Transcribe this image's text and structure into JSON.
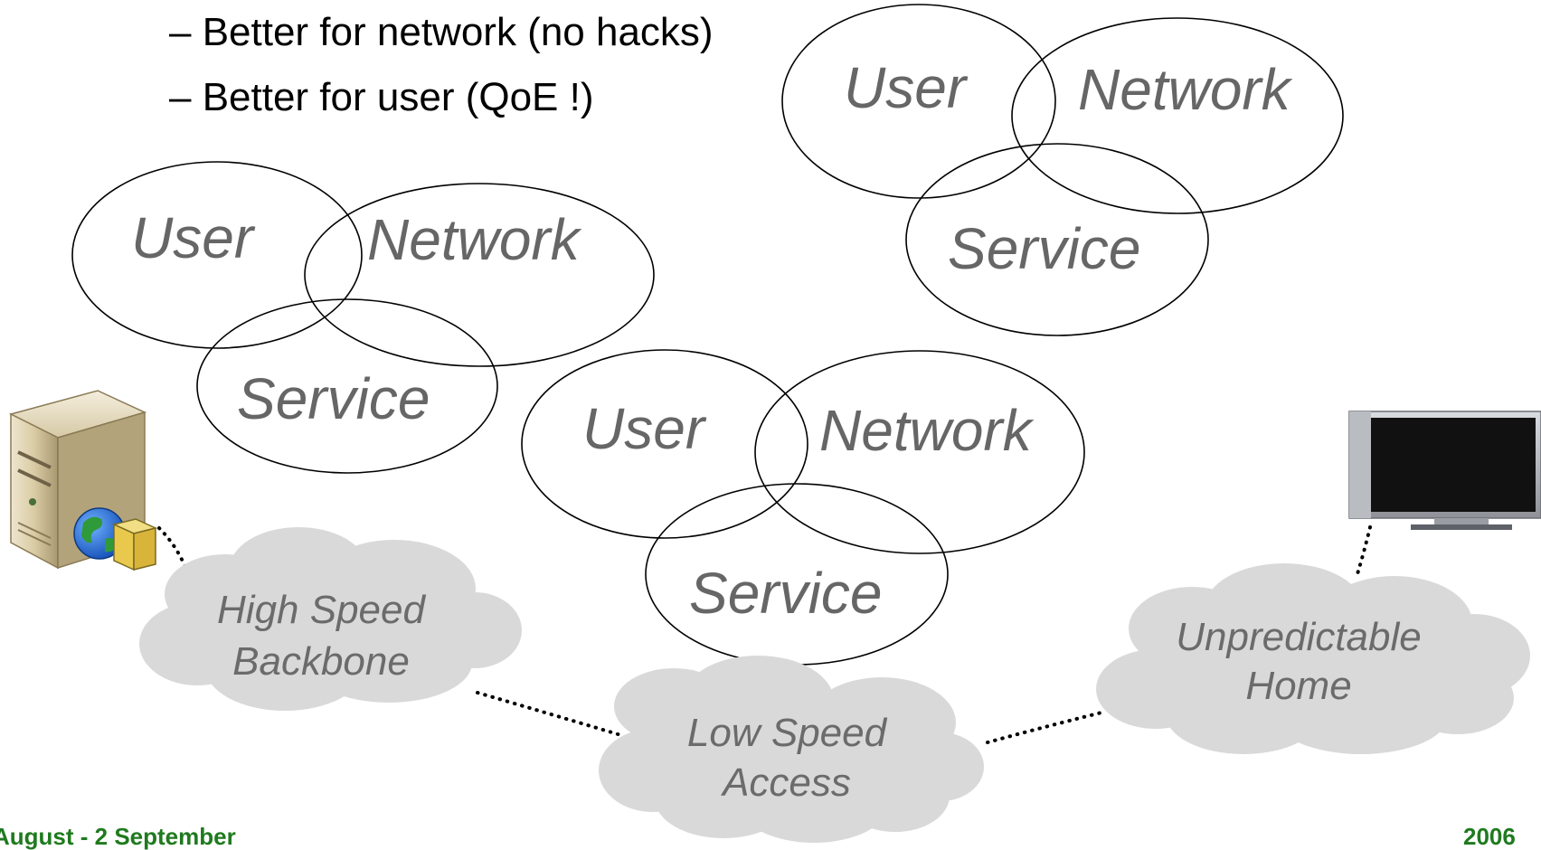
{
  "bullets": [
    "– Better for network (no hacks)",
    "– Better for user (QoE !)"
  ],
  "venn_labels": {
    "user": "User",
    "network": "Network",
    "service": "Service"
  },
  "clouds": {
    "backbone": [
      "High Speed",
      "Backbone"
    ],
    "access": [
      "Low Speed",
      "Access"
    ],
    "home": [
      "Unpredictable",
      "Home"
    ]
  },
  "footer": {
    "left": "August - 2 September",
    "right": "2006"
  },
  "colors": {
    "venn_text": "#666666",
    "cloud_fill": "#d9d9d9",
    "cloud_text": "#6b6b6b",
    "footer_text": "#1f7a1f"
  },
  "icons": {
    "server": "server-icon",
    "globe": "globe-icon",
    "tv": "tv-icon"
  }
}
